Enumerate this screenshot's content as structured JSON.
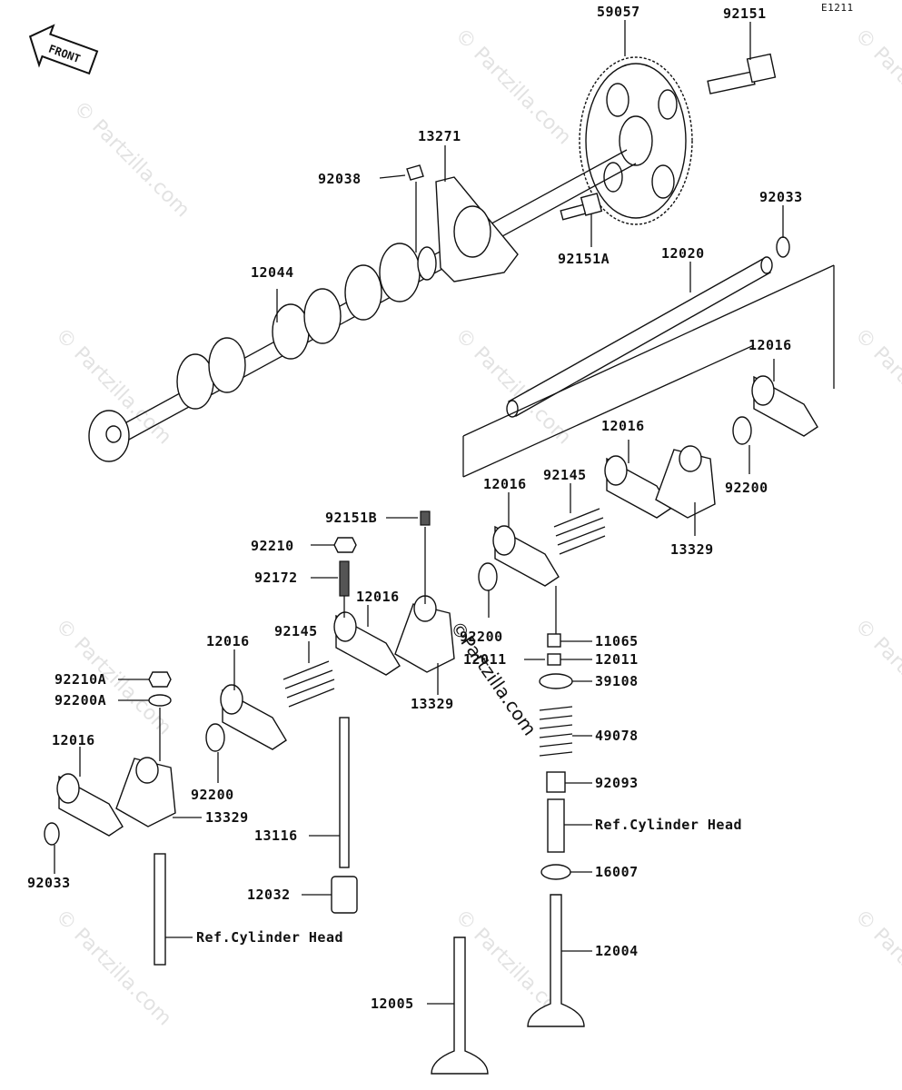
{
  "diagram": {
    "code": "E1211",
    "front_label": "FRONT",
    "watermark": "© Partzilla.com",
    "center_watermark": "©Partzilla.com",
    "parts": {
      "p59057": "59057",
      "p92151": "92151",
      "p13271": "13271",
      "p92038": "92038",
      "p12044": "12044",
      "p92151A": "92151A",
      "p92033_top": "92033",
      "p12020": "12020",
      "p12016_a": "12016",
      "p12016_b": "12016",
      "p12016_c": "12016",
      "p12016_d": "12016",
      "p12016_e": "12016",
      "p12016_f": "12016",
      "p92145_a": "92145",
      "p92145_b": "92145",
      "p92200_a": "92200",
      "p92200_b": "92200",
      "p92200_c": "92200",
      "p13329_a": "13329",
      "p13329_b": "13329",
      "p13329_c": "13329",
      "p92151B": "92151B",
      "p92210": "92210",
      "p92172": "92172",
      "p11065": "11065",
      "p12011_a": "12011",
      "p12011_b": "12011",
      "p39108": "39108",
      "p49078": "49078",
      "p92093": "92093",
      "p16007": "16007",
      "p12004": "12004",
      "p12005": "12005",
      "p92210A": "92210A",
      "p92200A": "92200A",
      "p92033_bot": "92033",
      "p13116": "13116",
      "p12032": "12032",
      "ref_head_a": "Ref.Cylinder Head",
      "ref_head_b": "Ref.Cylinder Head"
    }
  }
}
